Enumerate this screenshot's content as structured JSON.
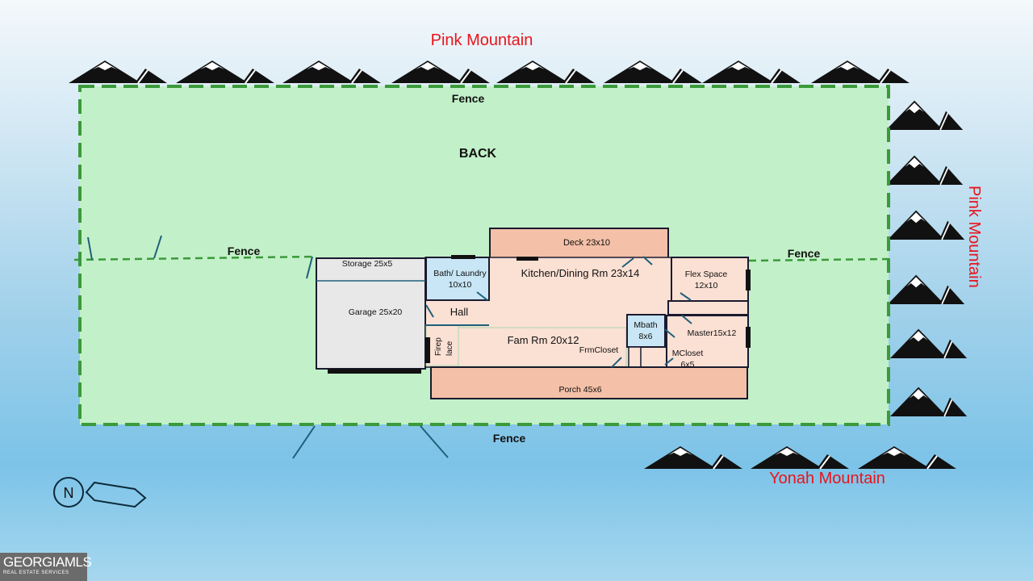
{
  "mountains": {
    "top_label": "Pink Mountain",
    "right_label": "Pink Mountain",
    "bottom_label": "Yonah Mountain"
  },
  "yard": {
    "back_label": "BACK",
    "fence_top": "Fence",
    "fence_left": "Fence",
    "fence_right": "Fence",
    "fence_bottom": "Fence"
  },
  "rooms": {
    "deck": "Deck 23x10",
    "storage": "Storage 25x5",
    "bath_laundry_line1": "Bath/ Laundry",
    "bath_laundry_line2": "10x10",
    "kitchen_dining": "Kitchen/Dining Rm 23x14",
    "flex_line1": "Flex Space",
    "flex_line2": "12x10",
    "garage": "Garage 25x20",
    "hall": "Hall",
    "fireplace_line1": "Firep",
    "fireplace_line2": "lace",
    "fam_rm": "Fam Rm 20x12",
    "mbath_line1": "Mbath",
    "mbath_line2": "8x6",
    "master": "Master15x12",
    "frm_closet": "FrmCloset",
    "mcloset_line1": "MCloset",
    "mcloset_line2": "6x5",
    "porch": "Porch 45x6"
  },
  "compass": {
    "north": "N"
  },
  "logo": {
    "main": "GEORGIAMLS",
    "sub": "REAL ESTATE SERVICES"
  },
  "colors": {
    "yard_fill": "#c2f0c8",
    "fence": "#3a9a3a",
    "deck_porch": "#f4c0a8",
    "interior": "#fbe0d4",
    "garage": "#e8e8e8",
    "bath": "#c8e6f5",
    "mountain_label": "#e8141c"
  }
}
